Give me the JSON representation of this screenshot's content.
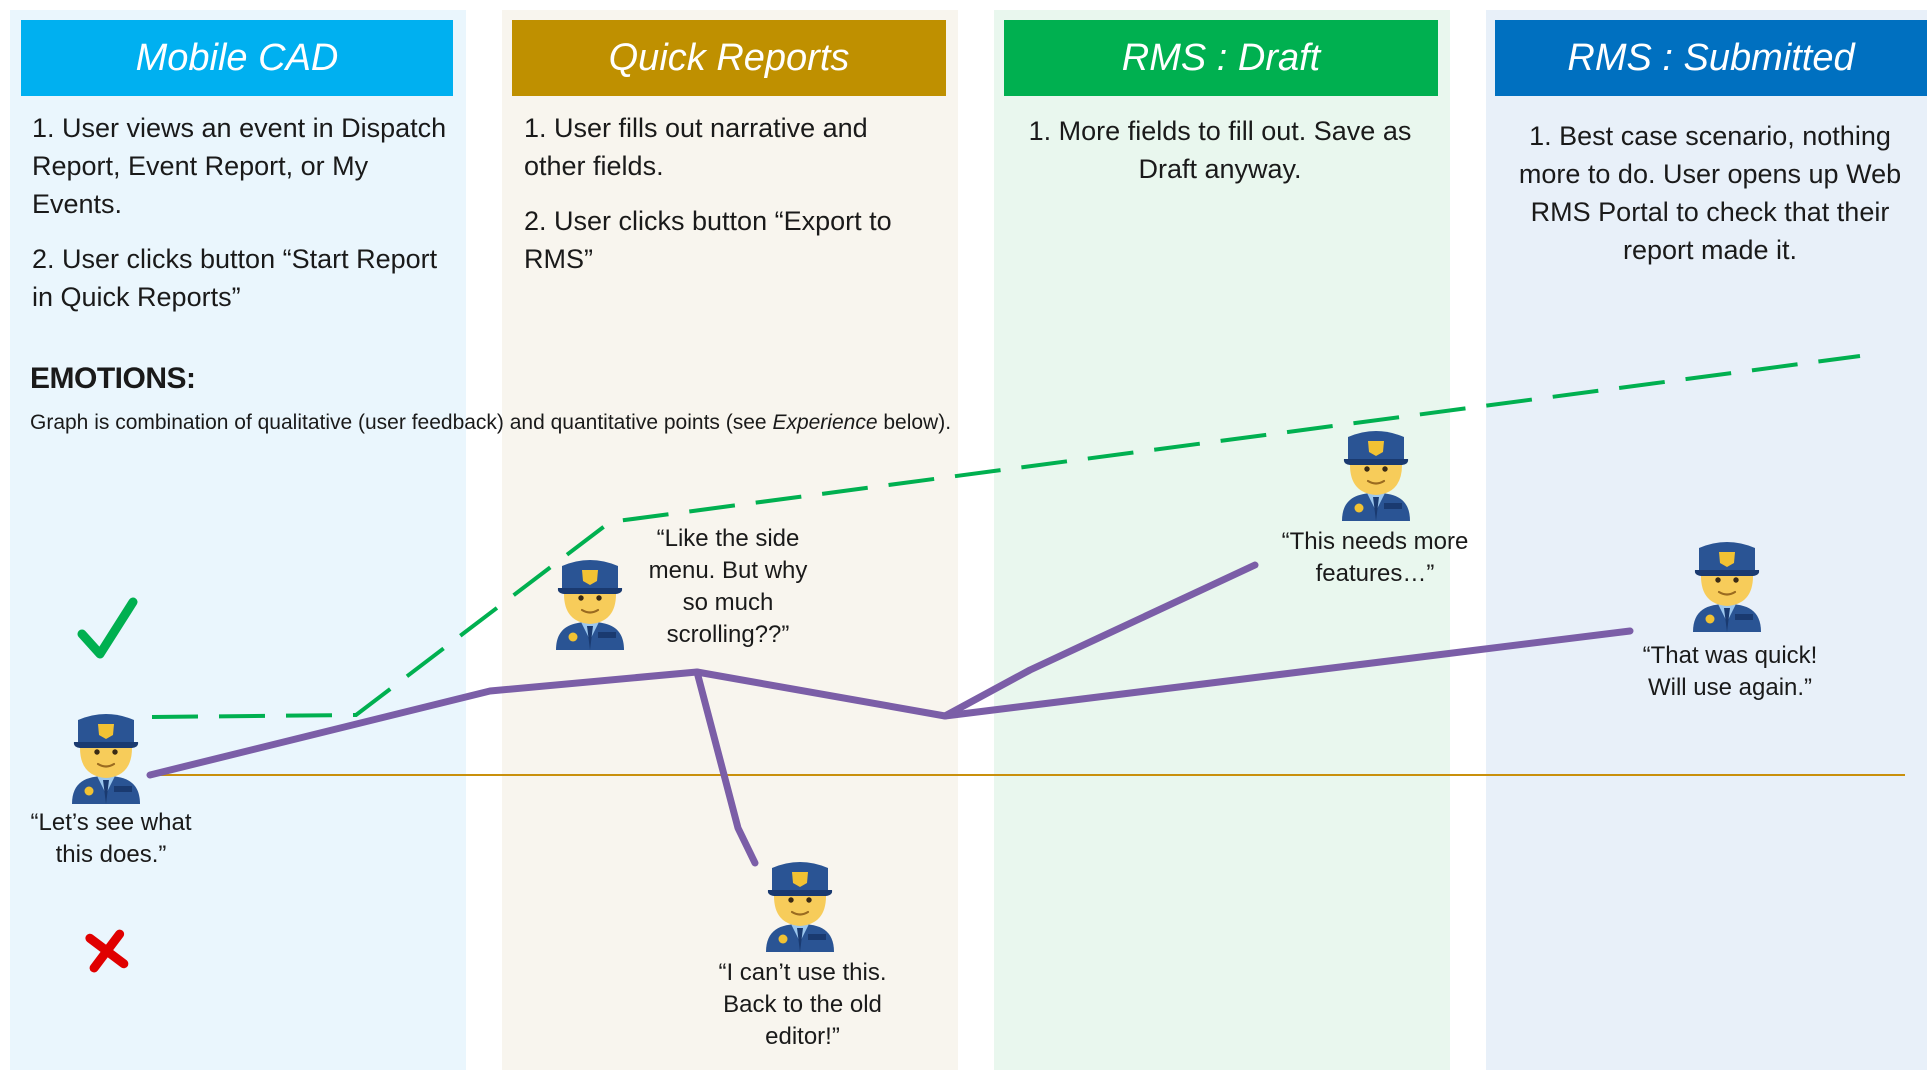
{
  "columns": [
    {
      "title": "Mobile CAD",
      "color": "#00b0f0",
      "bg": "#eaf6fd",
      "steps": [
        "1.  User views an event in Dispatch Report, Event Report, or My Events.",
        "2.  User clicks button “Start Report in Quick Reports”"
      ]
    },
    {
      "title": "Quick Reports",
      "color": "#bf9000",
      "bg": "#f8f5ee",
      "steps": [
        "1.  User fills out narrative and other fields.",
        "2.  User clicks button “Export to RMS”"
      ]
    },
    {
      "title": "RMS : Draft",
      "color": "#00b050",
      "bg": "#e9f7ee",
      "steps": [
        "1.  More fields to fill out.  Save as Draft anyway."
      ]
    },
    {
      "title": "RMS : Submitted",
      "color": "#0070c0",
      "bg": "#e8f0f9",
      "steps": [
        "1.  Best case scenario, nothing more to do.  User opens up Web RMS Portal to check that their report made it."
      ]
    }
  ],
  "emotions": {
    "title": "EMOTIONS:",
    "subtitle_before": "Graph is combination of qualitative (user feedback) and quantitative points (see ",
    "subtitle_emphasis": "Experience",
    "subtitle_after": " below)."
  },
  "quotes": {
    "q1": "“Let’s see what this does.”",
    "q2": "“Like the side menu.  But why so much scrolling??”",
    "q3": "“I can’t use this. Back to the old editor!”",
    "q4": "“This needs more features…”",
    "q5": "“That was quick! Will use again.”"
  },
  "icons": {
    "positive": "check-mark-icon",
    "negative": "cross-mark-icon",
    "persona": "police-officer-icon"
  },
  "colors": {
    "ideal_line": "#00b050",
    "actual_line": "#7b5ea7",
    "baseline": "#c9900c",
    "check": "#00b050",
    "cross": "#e00000"
  }
}
